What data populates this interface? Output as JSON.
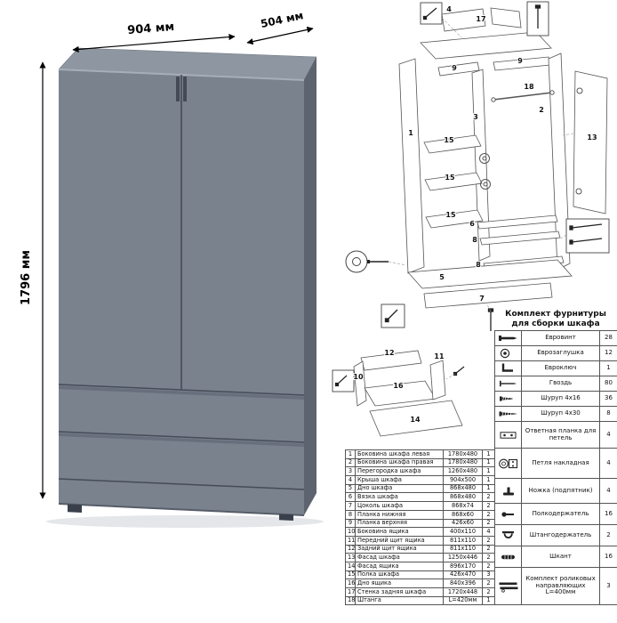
{
  "wardrobe": {
    "dim_width": "904 мм",
    "dim_depth": "504 мм",
    "dim_height": "1796 мм"
  },
  "exploded": {
    "labels": [
      "17",
      "4",
      "9",
      "9",
      "18",
      "1",
      "3",
      "15",
      "15",
      "15",
      "2",
      "13",
      "6",
      "8",
      "8",
      "5",
      "7"
    ]
  },
  "drawer": {
    "labels": [
      "12",
      "10",
      "16",
      "11",
      "14"
    ]
  },
  "hardware": {
    "title_line1": "Комплект фурнитуры",
    "title_line2": "для сборки шкафа",
    "rows": [
      {
        "name": "Евровинт",
        "qty": "28",
        "icon": "euroscrew-icon"
      },
      {
        "name": "Еврозаглушка",
        "qty": "12",
        "icon": "cap-icon"
      },
      {
        "name": "Евроключ",
        "qty": "1",
        "icon": "hexkey-icon"
      },
      {
        "name": "Гвоздь",
        "qty": "80",
        "icon": "nail-icon"
      },
      {
        "name": "Шуруп 4x16",
        "qty": "36",
        "icon": "screw-icon"
      },
      {
        "name": "Шуруп 4x30",
        "qty": "8",
        "icon": "screw-long-icon"
      },
      {
        "name": "Ответная планка для петель",
        "qty": "4",
        "icon": "plate-icon"
      },
      {
        "name": "Петля накладная",
        "qty": "4",
        "icon": "hinge-icon"
      },
      {
        "name": "Ножка (подпятник)",
        "qty": "4",
        "icon": "foot-icon"
      },
      {
        "name": "Полкодержатель",
        "qty": "16",
        "icon": "shelf-pin-icon"
      },
      {
        "name": "Штангодержатель",
        "qty": "2",
        "icon": "rod-holder-icon"
      },
      {
        "name": "Шкант",
        "qty": "16",
        "icon": "dowel-icon"
      },
      {
        "name": "Комплект роликовых направляющих L=400мм",
        "qty": "3",
        "icon": "slides-icon"
      }
    ]
  },
  "parts": {
    "rows": [
      {
        "num": "1",
        "name": "Боковина шкафа левая",
        "size": "1780x480",
        "qty": "1"
      },
      {
        "num": "2",
        "name": "Боковина шкафа правая",
        "size": "1780x480",
        "qty": "1"
      },
      {
        "num": "3",
        "name": "Перегородка шкафа",
        "size": "1260x480",
        "qty": "1"
      },
      {
        "num": "4",
        "name": "Крыша шкафа",
        "size": "904x500",
        "qty": "1"
      },
      {
        "num": "5",
        "name": "Дно шкафа",
        "size": "868x480",
        "qty": "1"
      },
      {
        "num": "6",
        "name": "Вязка шкафа",
        "size": "868x480",
        "qty": "2"
      },
      {
        "num": "7",
        "name": "Цоколь шкафа",
        "size": "868x74",
        "qty": "2"
      },
      {
        "num": "8",
        "name": "Планка нижняя",
        "size": "868x60",
        "qty": "2"
      },
      {
        "num": "9",
        "name": "Планка верхняя",
        "size": "426x60",
        "qty": "2"
      },
      {
        "num": "10",
        "name": "Боковина ящика",
        "size": "400x110",
        "qty": "4"
      },
      {
        "num": "11",
        "name": "Передний щит ящика",
        "size": "811x110",
        "qty": "2"
      },
      {
        "num": "12",
        "name": "Задний щит ящика",
        "size": "811x110",
        "qty": "2"
      },
      {
        "num": "13",
        "name": "Фасад шкафа",
        "size": "1250x446",
        "qty": "2"
      },
      {
        "num": "14",
        "name": "Фасад ящика",
        "size": "896x170",
        "qty": "2"
      },
      {
        "num": "15",
        "name": "Полка шкафа",
        "size": "426x470",
        "qty": "3"
      },
      {
        "num": "16",
        "name": "Дно ящика",
        "size": "840x396",
        "qty": "2"
      },
      {
        "num": "17",
        "name": "Стенка задняя шкафа",
        "size": "1720x448",
        "qty": "2"
      },
      {
        "num": "18",
        "name": "Штанга",
        "size": "L=420мм",
        "qty": "1"
      }
    ]
  }
}
